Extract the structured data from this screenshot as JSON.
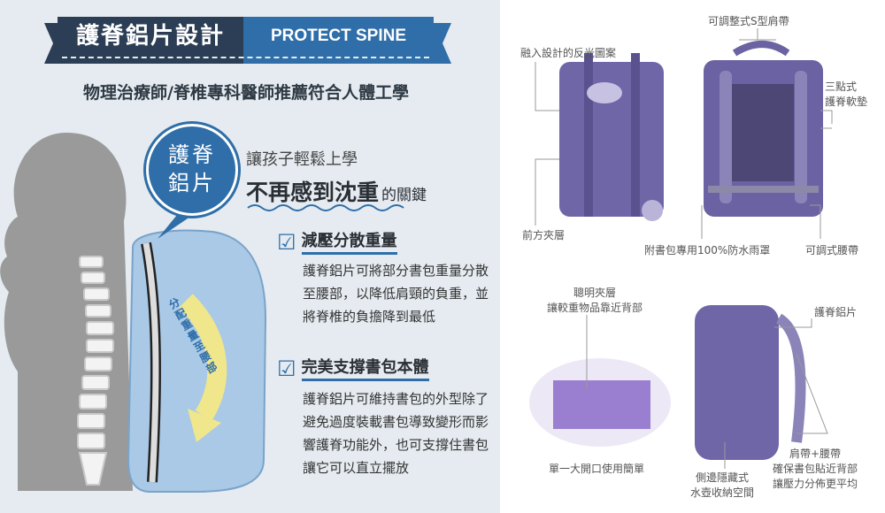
{
  "banner": {
    "title_zh": "護脊鋁片設計",
    "title_en": "PROTECT SPINE"
  },
  "subtitle": "物理治療師/脊椎專科醫師推薦符合人體工學",
  "callout": {
    "line1": "護脊",
    "line2": "鋁片"
  },
  "tagline": {
    "line1": "讓孩子輕鬆上學",
    "emphasis": "不再感到沈重",
    "suffix": "的關鍵"
  },
  "features": [
    {
      "heading": "減壓分散重量",
      "text": "護脊鋁片可將部分書包重量分散至腰部，以降低肩頸的負重，並將脊椎的負擔降到最低"
    },
    {
      "heading": "完美支撐書包本體",
      "text": "護脊鋁片可維持書包的外型除了避免過度裝載書包導致變形而影響護脊功能外，也可支撐住書包讓它可以直立擺放"
    }
  ],
  "arrow_text": "分配重量至腰部",
  "labels": {
    "s_strap": "可調整式S型肩帶",
    "reflective": "融入設計的反光圖案",
    "back_pad_1": "三點式",
    "back_pad_2": "護脊軟墊",
    "front_pocket": "前方夾層",
    "rain_cover": "附書包專用100%防水雨罩",
    "waist_belt": "可調式腰帶",
    "smart_pocket_1": "聰明夾層",
    "smart_pocket_2": "讓較重物品靠近背部",
    "spine_plate": "護脊鋁片",
    "opening": "單一大開口使用簡單",
    "bottle_1": "側邊隱藏式",
    "bottle_2": "水壺收納空間",
    "straps_1": "肩帶+腰帶",
    "straps_2": "確保書包貼近背部",
    "straps_3": "讓壓力分佈更平均"
  },
  "colors": {
    "navy": "#2c3e55",
    "blue": "#2f6ea8",
    "purple": "#6f66a8",
    "bg": "#e5ebf0"
  }
}
